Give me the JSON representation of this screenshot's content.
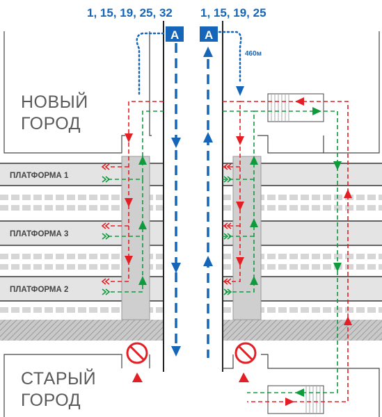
{
  "bus_stops": {
    "left": {
      "letter": "A",
      "routes": "1, 15, 19, 25, 32"
    },
    "right": {
      "letter": "A",
      "routes": "1, 15, 19, 25",
      "walk_distance": "460м"
    }
  },
  "districts": {
    "north": [
      "НОВЫЙ",
      "ГОРОД"
    ],
    "south": [
      "СТАРЫЙ",
      "ГОРОД"
    ]
  },
  "platforms": [
    {
      "label": "ПЛАТФОРМА 1"
    },
    {
      "label": "ПЛАТФОРМА 3"
    },
    {
      "label": "ПЛАТФОРМА 2"
    }
  ],
  "colors": {
    "blue": "#1565b8",
    "red": "#e31e24",
    "green": "#0f9a3c",
    "gray_text": "#5a5a5a",
    "line": "#2b2b2b"
  },
  "icons": {
    "no_entry": "no-entry-icon",
    "bus_stop": "bus-stop-icon",
    "footsteps": "footsteps-icon"
  }
}
